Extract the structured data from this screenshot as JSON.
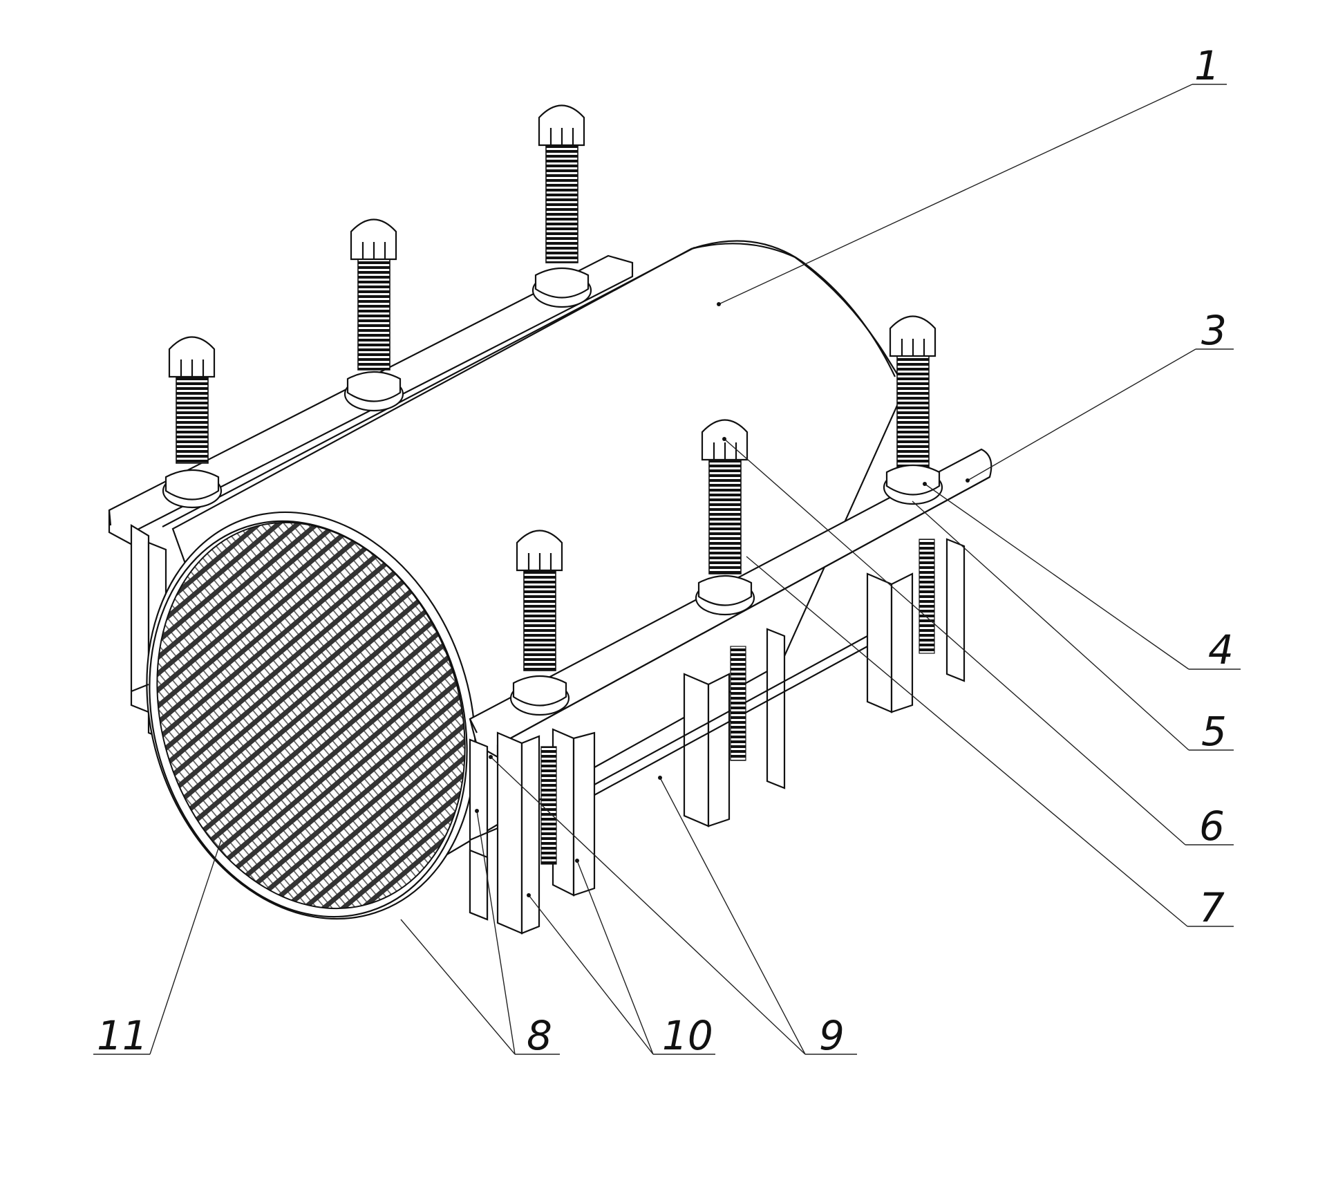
{
  "callouts": [
    {
      "id": "1",
      "label": "1"
    },
    {
      "id": "3",
      "label": "3"
    },
    {
      "id": "4",
      "label": "4"
    },
    {
      "id": "5",
      "label": "5"
    },
    {
      "id": "6",
      "label": "6"
    },
    {
      "id": "7",
      "label": "7"
    },
    {
      "id": "8",
      "label": "8"
    },
    {
      "id": "9",
      "label": "9"
    },
    {
      "id": "10",
      "label": "10"
    },
    {
      "id": "11",
      "label": "11"
    }
  ]
}
